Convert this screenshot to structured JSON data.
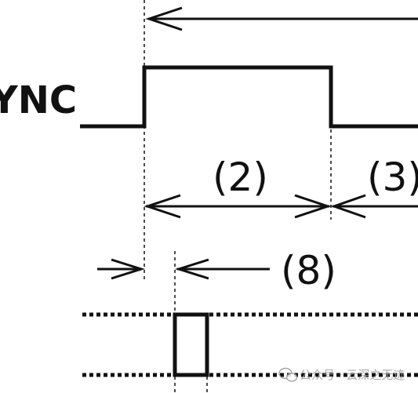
{
  "signal_label": "YNC",
  "intervals": {
    "interval_2": "(2)",
    "interval_3": "(3)",
    "interval_8": "(8)"
  },
  "watermark": {
    "text": "公众号 · 云深之无迹"
  },
  "colors": {
    "line": "#111111",
    "watermark": "#9a9a9a"
  }
}
